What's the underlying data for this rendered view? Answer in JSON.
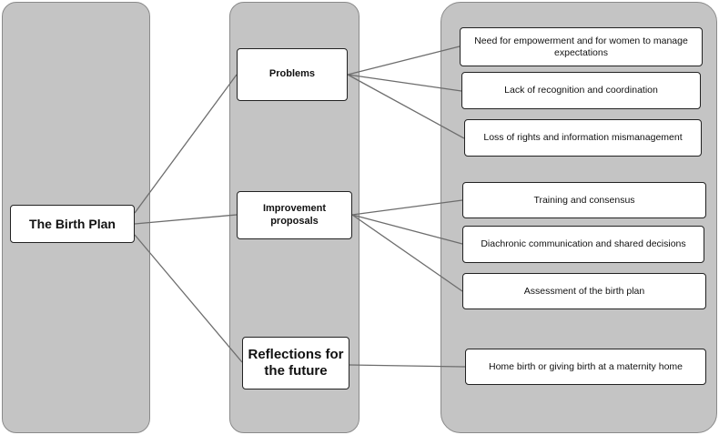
{
  "diagram": {
    "root": {
      "label": "The Birth Plan"
    },
    "branches": [
      {
        "label": "Problems",
        "children": [
          "Need for empowerment and for women to manage expectations",
          "Lack of recognition and coordination",
          "Loss of rights and information mismanagement"
        ]
      },
      {
        "label": "Improvement proposals",
        "children": [
          "Training and consensus",
          "Diachronic communication and shared decisions",
          "Assessment of the birth plan"
        ]
      },
      {
        "label": "Reflections for the future",
        "children": [
          "Home birth or giving birth at a maternity home"
        ]
      }
    ]
  },
  "colors": {
    "column_fill": "#c4c4c4",
    "column_border": "#8a8a8a",
    "node_fill": "#ffffff",
    "node_border": "#222222",
    "connector": "#6d6d6d"
  }
}
